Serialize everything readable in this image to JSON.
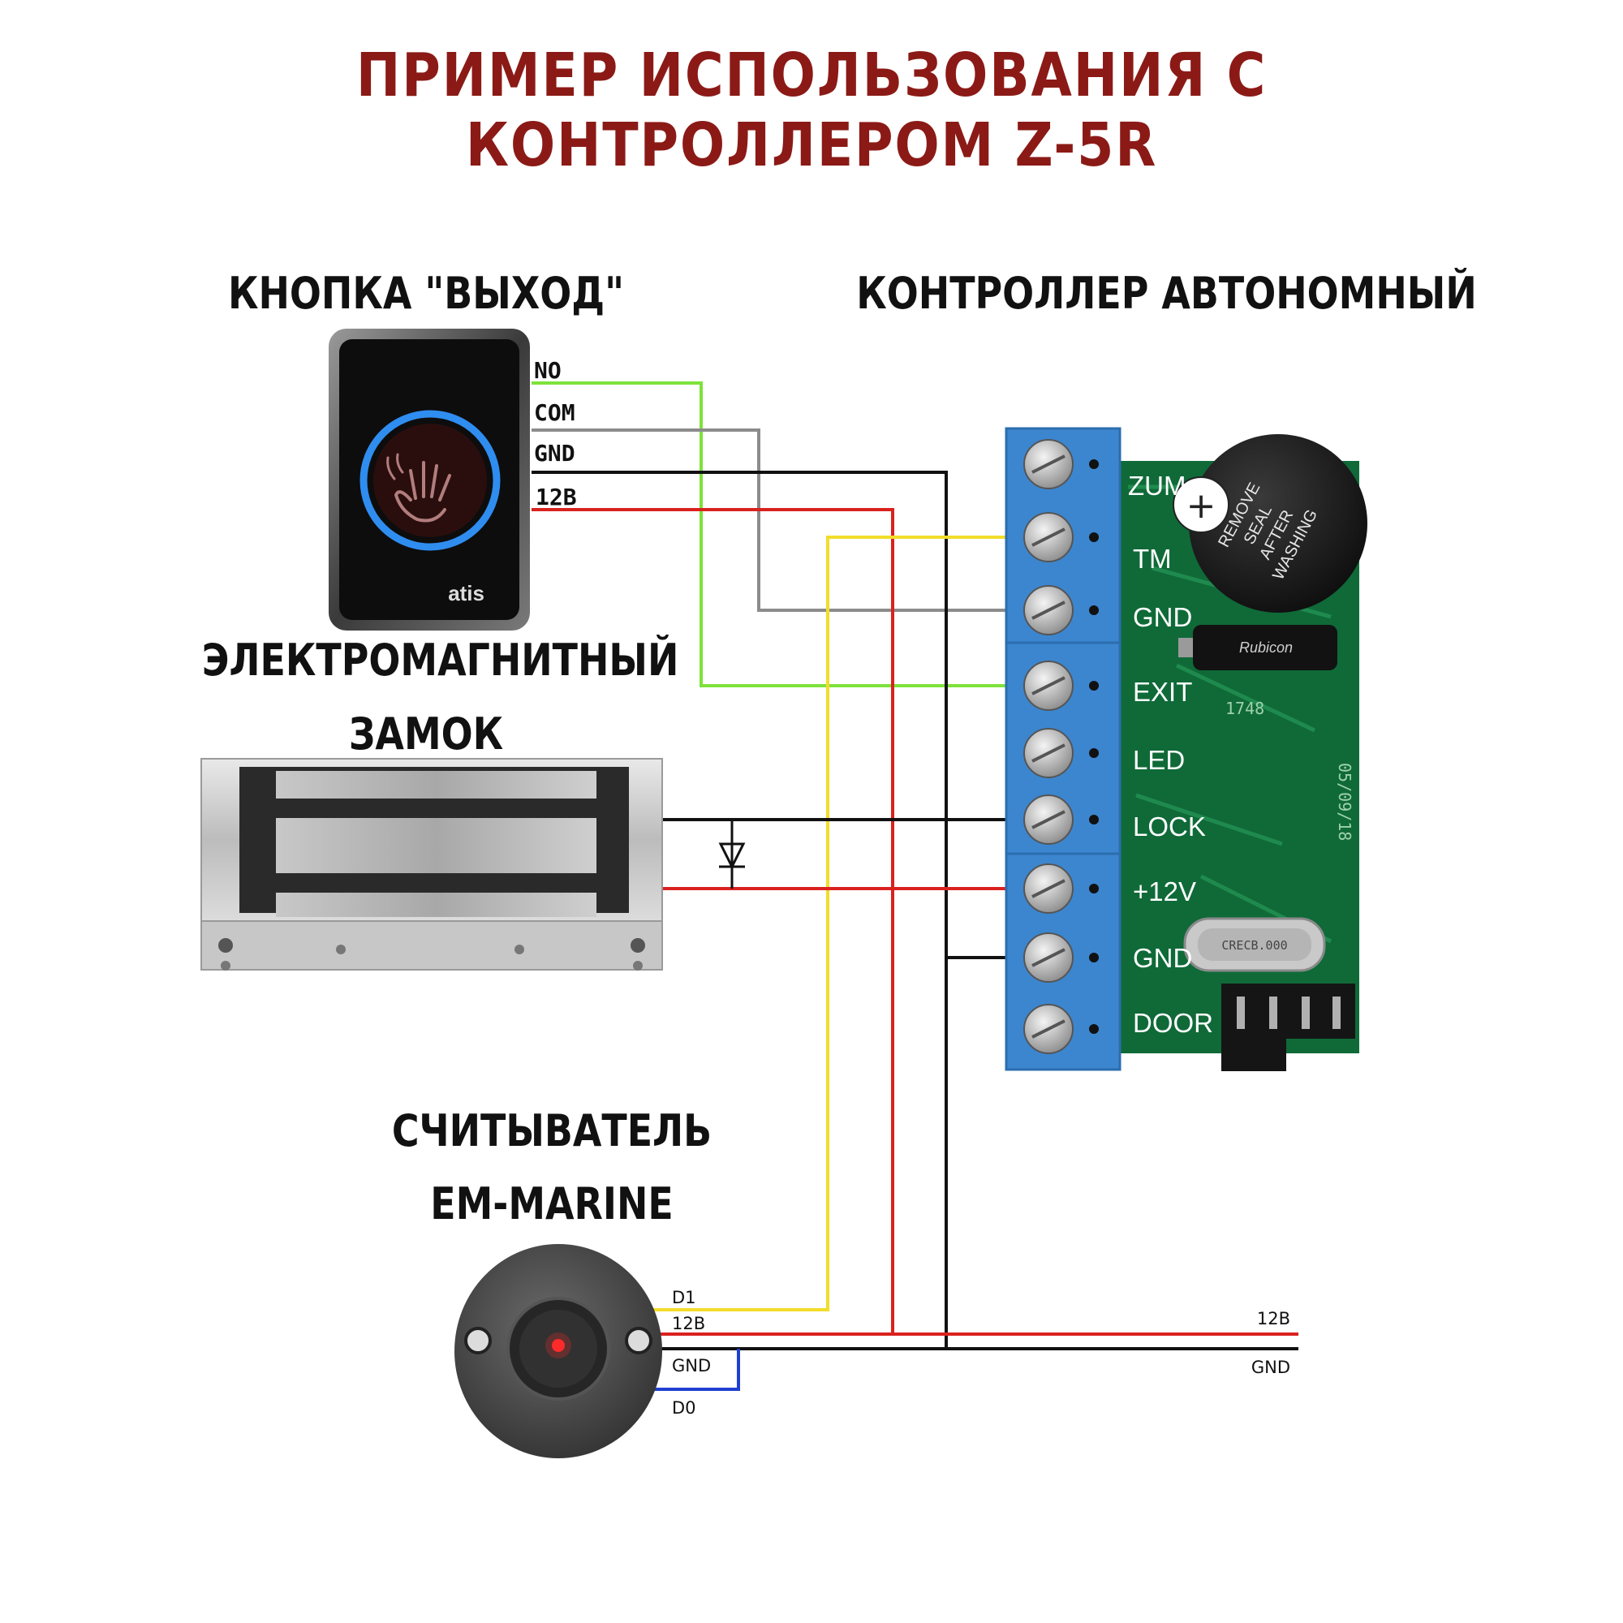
{
  "title": "ПРИМЕР ИСПОЛЬЗОВАНИЯ С КОНТРОЛЛЕРОМ Z-5R",
  "exit_button": {
    "heading": "КНОПКА \"ВЫХОД\"",
    "brand": "atis",
    "wires": [
      "NO",
      "COM",
      "GND",
      "12В"
    ]
  },
  "lock": {
    "heading_line1": "ЭЛЕКТРОМАГНИТНЫЙ",
    "heading_line2": "ЗАМОК"
  },
  "controller": {
    "heading": "КОНТРОЛЛЕР АВТОНОМНЫЙ",
    "terminals": [
      "ZUM",
      "TM",
      "GND",
      "EXIT",
      "LED",
      "LOCK",
      "+12V",
      "GND",
      "DOOR"
    ],
    "buzzer_text": [
      "REMOVE",
      "SEAL",
      "AFTER",
      "WASHING"
    ],
    "capacitor_text": "Rubicon",
    "crystal_text": "CRECB.000",
    "silk_code": "1748",
    "date_code": "05/09/18"
  },
  "reader": {
    "heading_line1": "СЧИТЫВАТЕЛЬ",
    "heading_line2": "EM-MARINE",
    "wires": [
      "D1",
      "12В",
      "GND",
      "D0"
    ]
  },
  "power": {
    "plus_label": "12В",
    "gnd_label": "GND"
  },
  "colors": {
    "title": "#8b1a16",
    "wire_green": "#7ee23b",
    "wire_grey": "#8c8c8c",
    "wire_black": "#111111",
    "wire_red": "#d9221f",
    "wire_yellow": "#f2dd2a",
    "wire_blue": "#1f3fd1",
    "terminal_blue": "#3c86cf",
    "pcb_green": "#0f6a38"
  }
}
